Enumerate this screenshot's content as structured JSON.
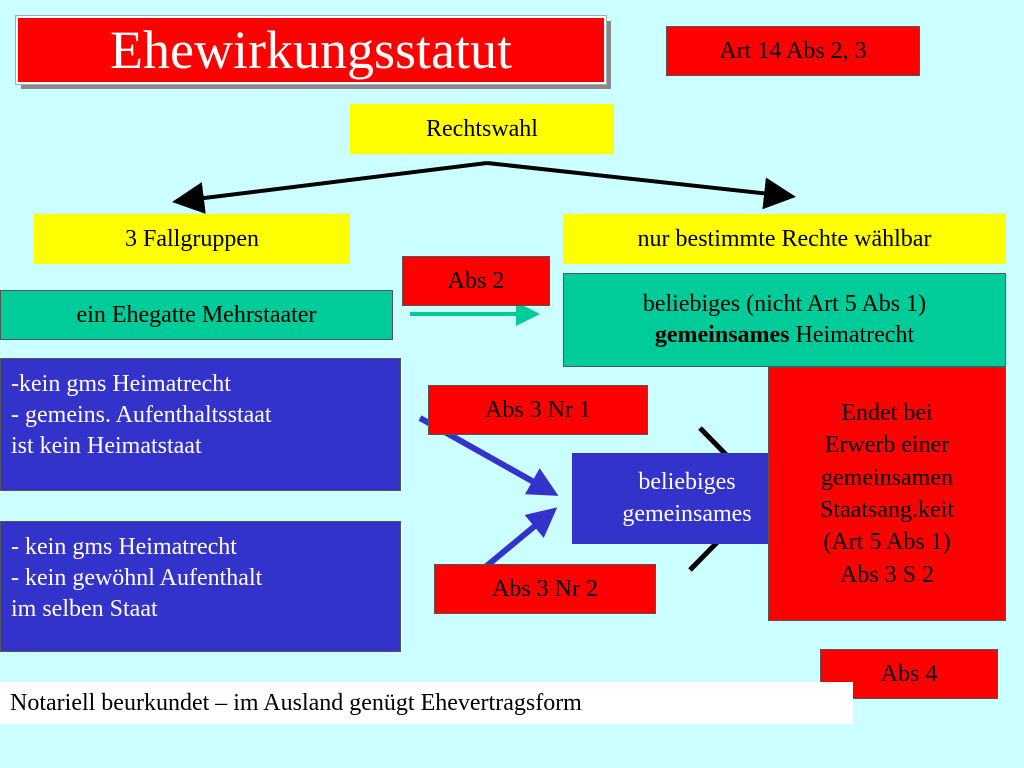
{
  "title": "Ehewirkungsstatut",
  "reference": "Art 14 Abs 2, 3",
  "choice": "Rechtswahl",
  "left_branch": "3 Fallgruppen",
  "right_branch": "nur bestimmte Rechte wählbar",
  "abs2_label": "Abs 2",
  "case1": "ein Ehegatte Mehrstaater",
  "result1": {
    "line1": "beliebiges (nicht Art 5 Abs 1)",
    "line2_bold": "gemeinsames",
    "line2_rest": " Heimatrecht"
  },
  "case2": {
    "line1": "-kein gms Heimatrecht",
    "line2": "- gemeins. Aufenthaltsstaat",
    "line3": "ist kein Heimatstaat"
  },
  "abs3nr1_label": "Abs 3 Nr 1",
  "result2": {
    "line1": "beliebiges",
    "line2": "gemeinsames"
  },
  "end_note": {
    "line1": "Endet bei",
    "line2": "Erwerb einer",
    "line3": "gemeinsamen",
    "line4": "Staatsang.keit",
    "line5": "(Art 5 Abs 1)",
    "line6": "Abs 3 S 2"
  },
  "case3": {
    "line1": "- kein gms Heimatrecht",
    "line2": "- kein gewöhnl Aufenthalt",
    "line3": "im selben Staat"
  },
  "abs3nr2_label": "Abs 3 Nr 2",
  "abs4_label": "Abs 4",
  "form_note": "Notariell beurkundet – im Ausland genügt Ehevertragsform",
  "colors": {
    "background": "#ccffff",
    "red": "#ff0000",
    "yellow": "#ffff00",
    "green": "#00cc99",
    "blue": "#3333cc",
    "arrow_green": "#00cc99",
    "arrow_blue": "#3333cc"
  }
}
